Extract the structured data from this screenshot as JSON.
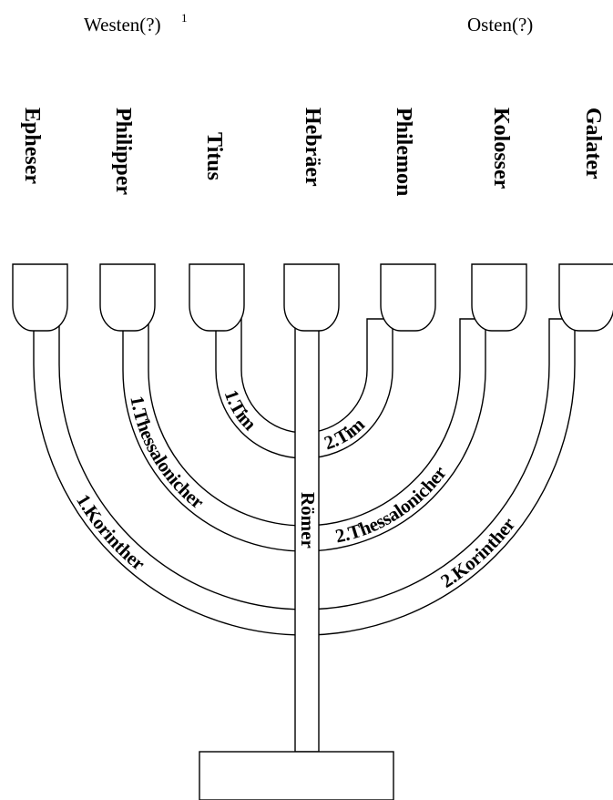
{
  "directions": {
    "west": "Westen(?)",
    "west_note": "1",
    "east": "Osten(?)"
  },
  "letters": [
    "Epheser",
    "Philipper",
    "Titus",
    "Hebräer",
    "Philemon",
    "Kolosser",
    "Galater"
  ],
  "arms": {
    "left_inner": "1.Tim",
    "right_inner": "2.Tim",
    "left_middle": "1.Thessalonicher",
    "right_middle": "2.Thessalonicher",
    "left_outer": "1.Korinther",
    "right_outer": "2.Korinther",
    "stem": "Römer"
  },
  "colors": {
    "line": "#000000",
    "background": "#ffffff"
  }
}
